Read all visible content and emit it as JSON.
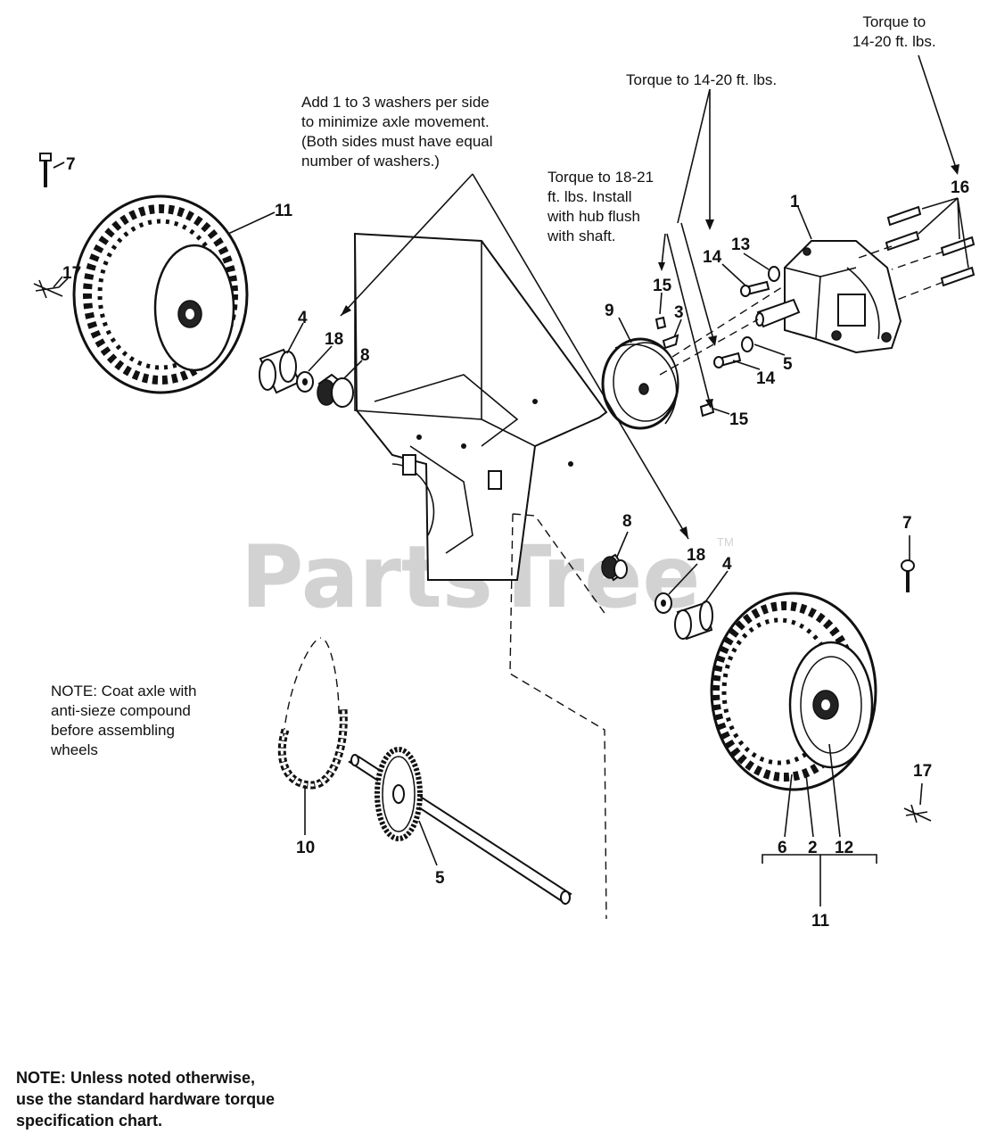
{
  "watermark": {
    "text": "PartsTree",
    "trademark": "TM"
  },
  "notes": {
    "washers": "Add 1 to 3 washers per side\nto minimize axle movement.\n(Both sides must have equal\nnumber of washers.)",
    "torque_top_right": "Torque to\n14-20 ft. lbs.",
    "torque_top_mid": "Torque to 14-20 ft. lbs.",
    "torque_hub": "Torque to 18-21\nft. lbs. Install\nwith hub flush\nwith shaft.",
    "axle": "NOTE: Coat axle with\nanti-sieze compound\nbefore assembling\nwheels",
    "standard": "NOTE: Unless noted otherwise,\nuse the standard hardware torque\nspecification chart."
  },
  "callouts": {
    "c1": "1",
    "c2": "2",
    "c3": "3",
    "c4a": "4",
    "c4b": "4",
    "c5a": "5",
    "c5b": "5",
    "c6": "6",
    "c7a": "7",
    "c7b": "7",
    "c8a": "8",
    "c8b": "8",
    "c9": "9",
    "c10": "10",
    "c11a": "11",
    "c11b": "11",
    "c12": "12",
    "c13": "13",
    "c14a": "14",
    "c14b": "14",
    "c15a": "15",
    "c15b": "15",
    "c16": "16",
    "c17a": "17",
    "c17b": "17",
    "c18a": "18",
    "c18b": "18"
  }
}
